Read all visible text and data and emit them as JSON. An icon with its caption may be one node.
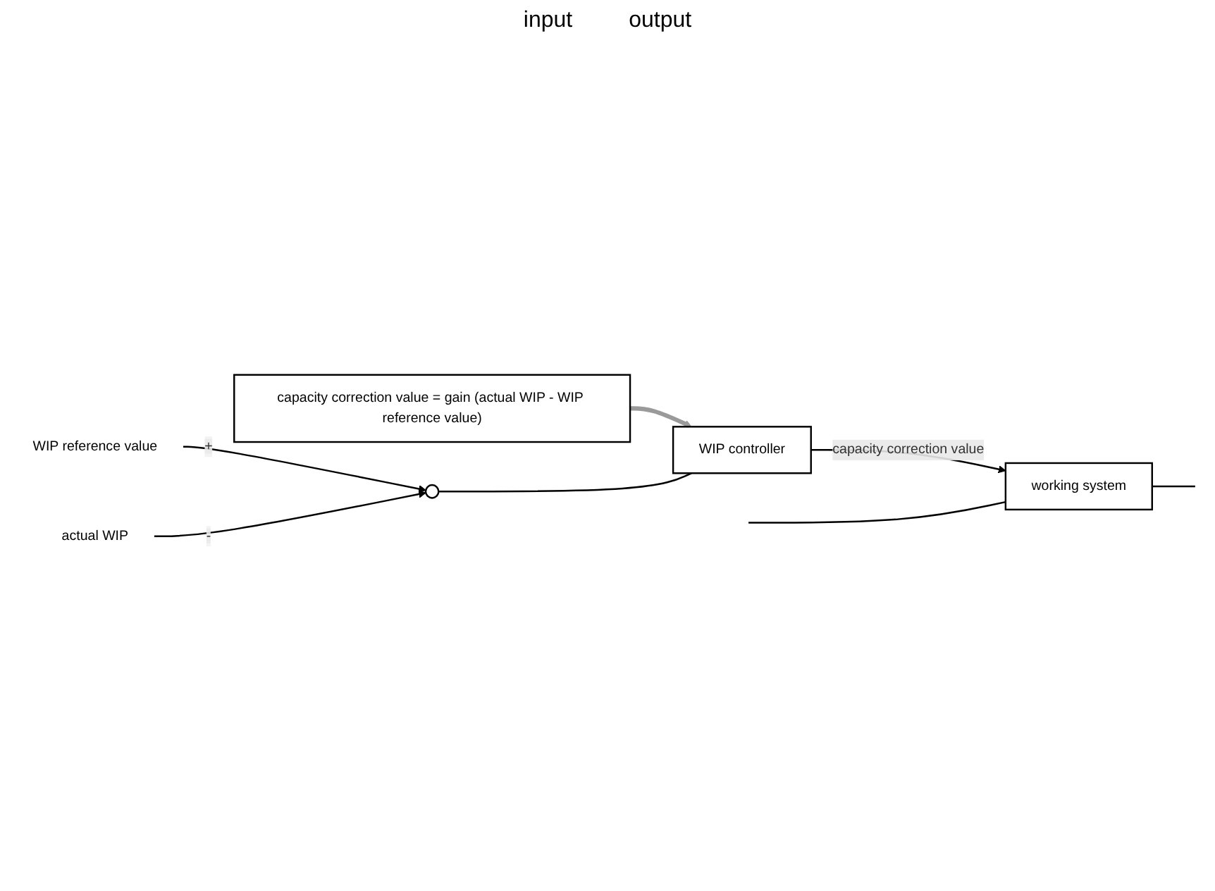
{
  "diagram": {
    "nodes": [
      {
        "text": [
          "capacity correction value = gain (actual WIP - WIP reference value)"
        ]
      },
      {
        "text": [
          "WIP reference value"
        ]
      },
      {
        "text": [],
        "shape": "circle"
      },
      {
        "text": [
          "WIP controller"
        ]
      },
      {
        "text": [
          "working system"
        ]
      },
      {
        "text": [
          "actual WIP"
        ]
      }
    ],
    "edges": [
      {
        "from": 0,
        "to": 3,
        "arrow": "to",
        "style": "thick",
        "color": "#9a9a9a"
      },
      {
        "from": 1,
        "to": 2,
        "arrow": "to",
        "label": "+"
      },
      {
        "from": 5,
        "to": 2,
        "arrow": "to",
        "label": "-"
      },
      {
        "from": 2,
        "to": 3,
        "arrow": "none"
      },
      {
        "from": 3,
        "to": 4,
        "arrow": "to",
        "label": "capacity correction value"
      },
      {
        "from": null,
        "to": 4,
        "arrow": "none"
      },
      {
        "from": 4,
        "to": null,
        "arrow": "none"
      }
    ],
    "labels": [
      "input",
      "output"
    ]
  }
}
